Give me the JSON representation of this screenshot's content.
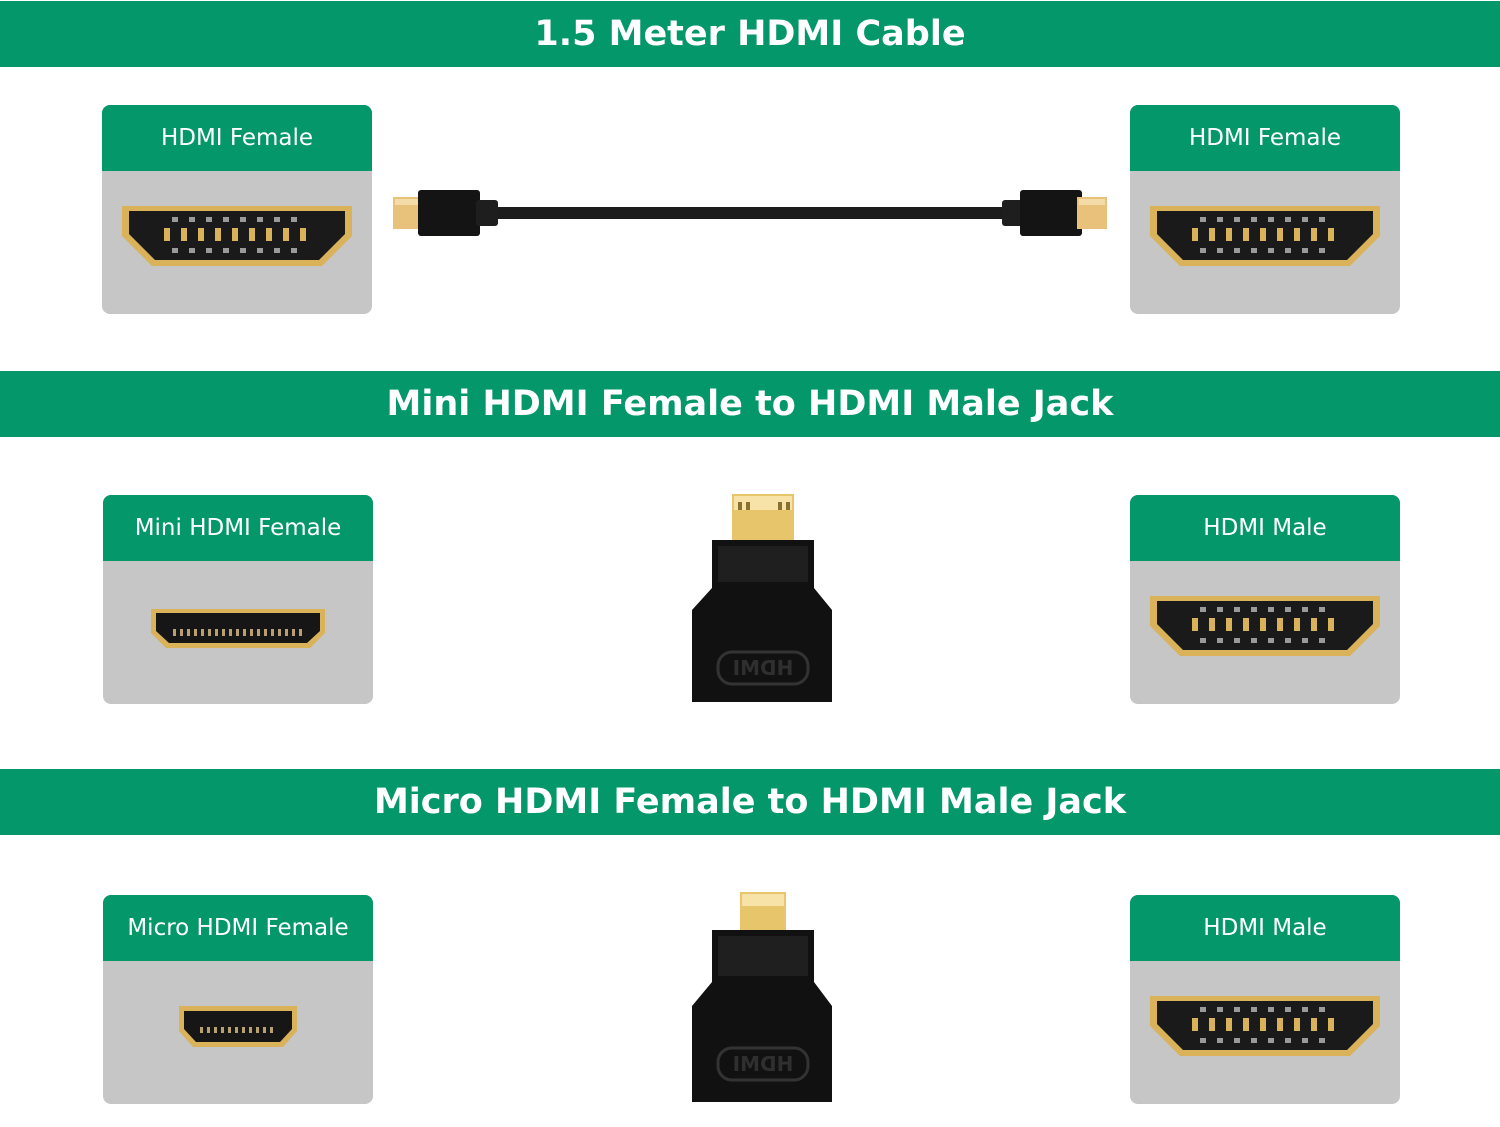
{
  "sections": [
    {
      "title": "1.5 Meter HDMI Cable",
      "left_label": "HDMI Female",
      "right_label": "HDMI Female",
      "product": "hdmi-cable"
    },
    {
      "title": "Mini HDMI Female to HDMI Male Jack",
      "left_label": "Mini HDMI Female",
      "right_label": "HDMI Male",
      "product": "mini-hdmi-adapter",
      "adapter_logo": "HDMI"
    },
    {
      "title": "Micro HDMI Female to HDMI Male Jack",
      "left_label": "Micro HDMI Female",
      "right_label": "HDMI Male",
      "product": "micro-hdmi-adapter",
      "adapter_logo": "HDMI"
    }
  ],
  "colors": {
    "banner_green": "#04976a",
    "card_gray": "#c6c6c6",
    "port_gold": "#d9b25a",
    "port_black": "#1a1a1a"
  }
}
